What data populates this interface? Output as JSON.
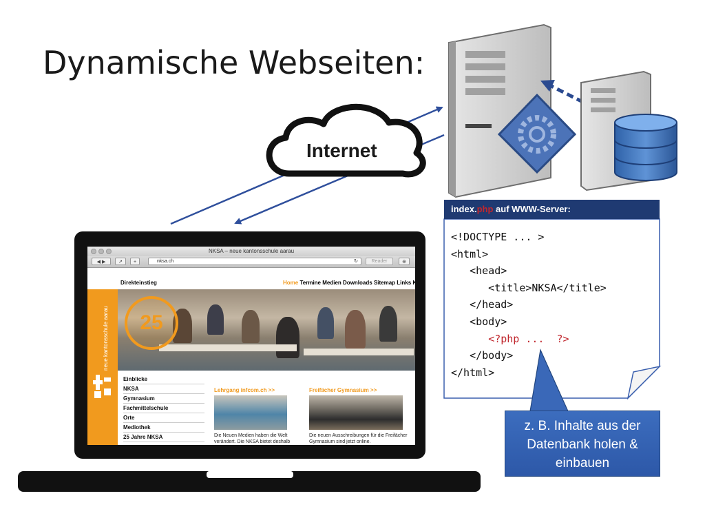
{
  "slide": {
    "title": "Dynamische Webseiten:",
    "cloud_label": "Internet"
  },
  "browser": {
    "window_title": "NKSA – neue kantonsschule aarau",
    "url": "nksa.ch",
    "reader_label": "Reader",
    "site": {
      "nav_left": "Direkteinstieg",
      "nav_links": [
        "Home",
        "Termine",
        "Medien",
        "Downloads",
        "Sitemap",
        "Links",
        "K"
      ],
      "vertical_text": "neue kantonsschule aarau",
      "badge_text": "25",
      "menu_items": [
        "Einblicke",
        "NKSA",
        "Gymnasium",
        "Fachmittelschule",
        "Orte",
        "Mediothek",
        "25 Jahre NKSA"
      ],
      "column1_heading": "Lehrgang infcom.ch >>",
      "column1_text": "Die Neuen Medien haben die Welt verändert. Die NKSA bietet deshalb",
      "column2_heading": "Freifächer Gymnasium >>",
      "column2_text": "Die neuen Ausschreibungen für die Freifächer Gymnasium sind jetzt online."
    }
  },
  "code_panel": {
    "header_prefix": "index.",
    "header_highlight": "php",
    "header_suffix": " auf WWW-Server:",
    "lines": {
      "l1": "<!DOCTYPE ... >",
      "l2": "<html>",
      "l3": "   <head>",
      "l4": "      <title>NKSA</title>",
      "l5": "   </head>",
      "l6": "   <body>",
      "l7_indent": "      ",
      "l7": "<?php ...  ?>",
      "l8": "   </body>",
      "l9": "</html>"
    }
  },
  "callout": {
    "line1": "z. B. Inhalte aus der",
    "line2": "Datenbank holen &",
    "line3": "einbauen"
  },
  "colors": {
    "accent_orange": "#f19a1e",
    "panel_navy": "#1f3a72",
    "callout_blue": "#2f5da9",
    "php_red": "#c0262d",
    "arrow_blue": "#2f4f9c"
  }
}
